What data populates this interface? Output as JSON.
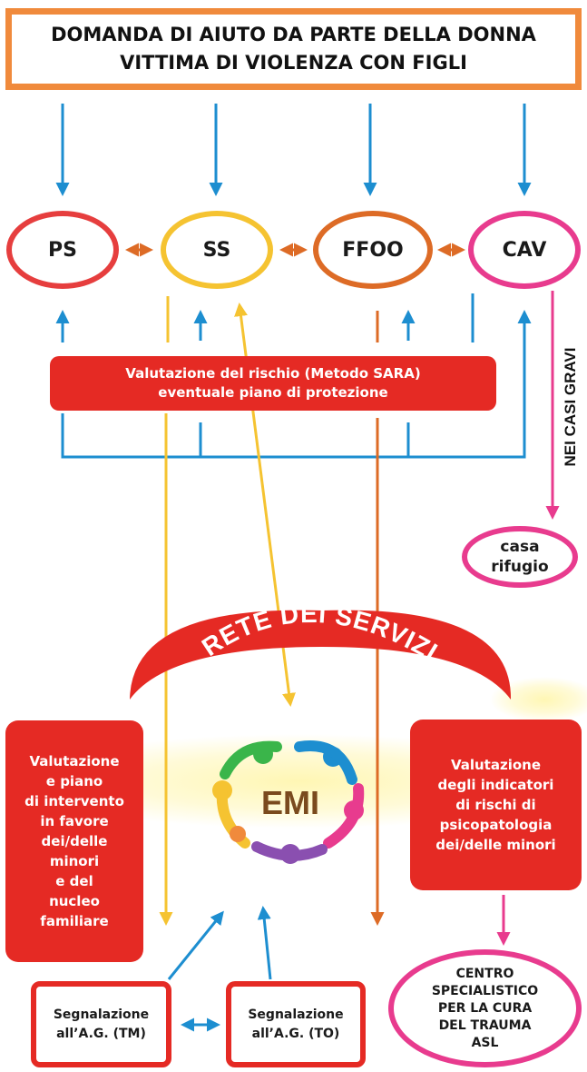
{
  "title": "DOMANDA DI AIUTO DA PARTE DELLA DONNA\nVITTIMA DI VIOLENZA CON FIGLI",
  "services": {
    "ps": "PS",
    "ss": "SS",
    "ffoo": "FFOO",
    "cav": "CAV"
  },
  "risk_assessment": "Valutazione del rischio (Metodo SARA)\neventuale piano di protezione",
  "severe_cases_label": "NEI CASI GRAVI",
  "shelter": "casa\nrifugio",
  "network_label": "RETE DEI SERVIZI",
  "emi_label": "EMI",
  "left_box": "Valutazione\ne piano\ndi intervento\nin favore\ndei/delle\nminori\ne del\nnucleo\nfamiliare",
  "right_box": "Valutazione\ndegli indicatori\ndi rischi di\npsicopatologia\ndei/delle minori",
  "trauma_center": "CENTRO\nSPECIALISTICO\nPER LA CURA\nDEL TRAUMA\nASL",
  "report_tm": "Segnalazione\nall’A.G. (TM)",
  "report_to": "Segnalazione\nall’A.G. (TO)",
  "colors": {
    "orange_frame": "#f08a3c",
    "red": "#e52a24",
    "yellow": "#f5c331",
    "dark_orange": "#dd6b26",
    "pink": "#e83b8e",
    "blue": "#1d8ed0"
  },
  "emi_logo_colors": [
    "#3ab54a",
    "#1d8ed0",
    "#e83b8e",
    "#f5c331",
    "#f08a3c",
    "#8a4fb0"
  ]
}
